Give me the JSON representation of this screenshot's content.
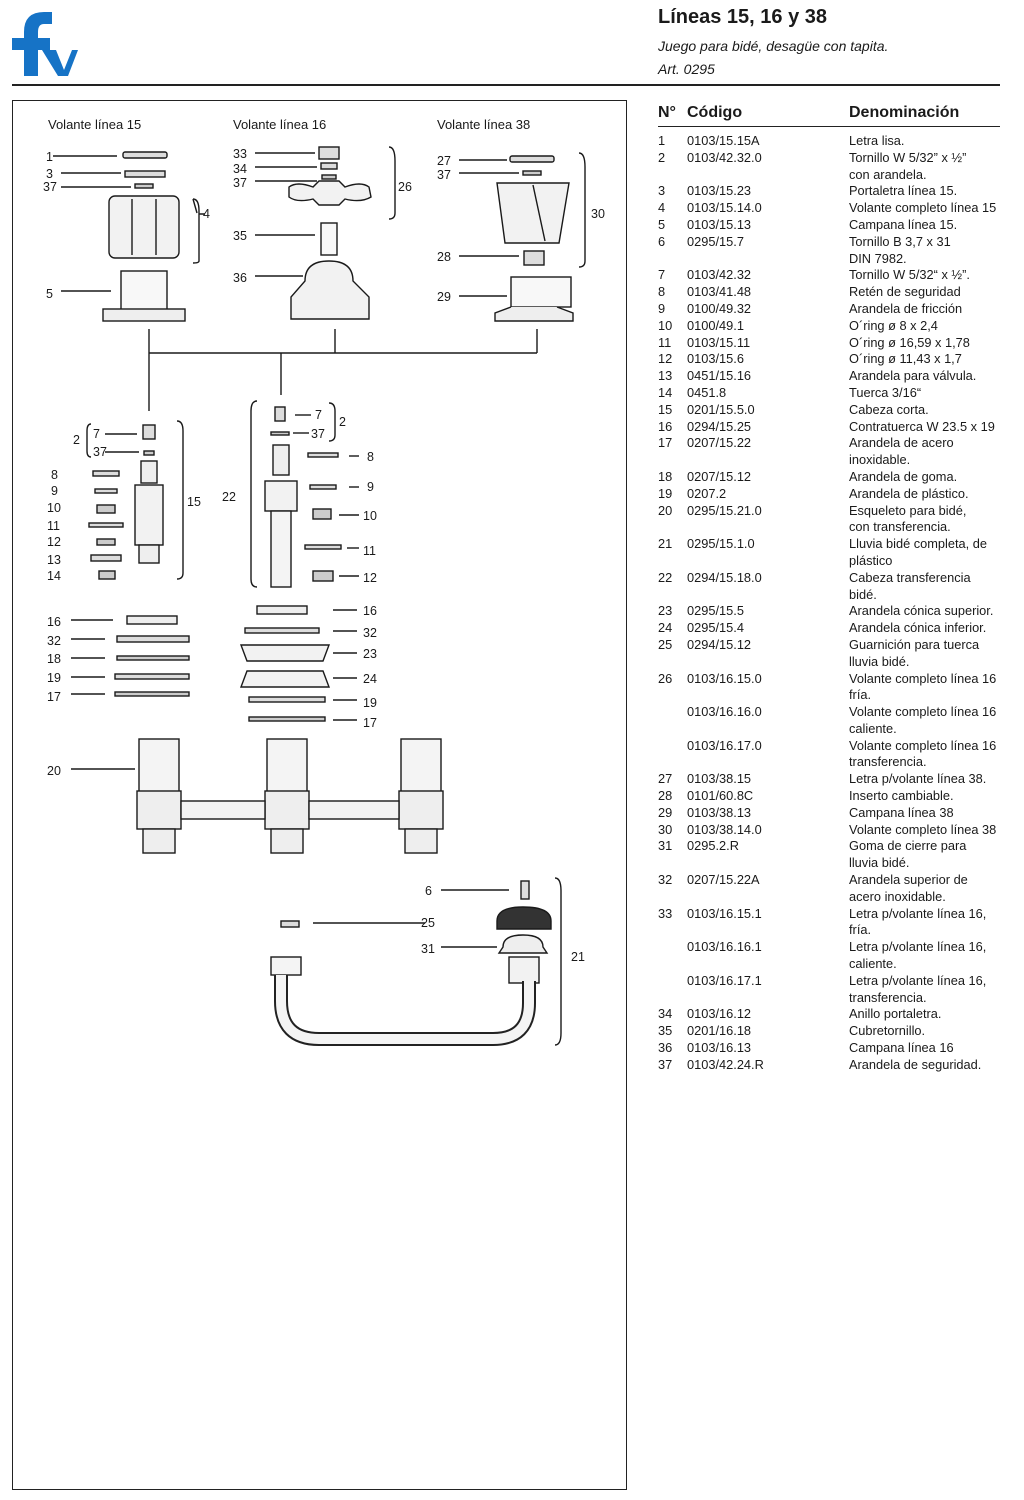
{
  "brand": {
    "logo_text": "fv"
  },
  "header": {
    "title": "Líneas 15, 16 y 38",
    "subtitle": "Juego para bidé, desagüe con tapita.",
    "article": "Art. 0295"
  },
  "diagram": {
    "group_titles": [
      "Volante línea 15",
      "Volante línea 16",
      "Volante línea 38"
    ]
  },
  "table": {
    "headers": {
      "num": "N°",
      "code": "Código",
      "name": "Denominación"
    },
    "rows": [
      {
        "n": "1",
        "c": "0103/15.15A",
        "d": "Letra lisa."
      },
      {
        "n": "2",
        "c": "0103/42.32.0",
        "d": "Tornillo W 5/32” x ½”\ncon arandela."
      },
      {
        "n": "3",
        "c": "0103/15.23",
        "d": "Portaletra línea 15."
      },
      {
        "n": "4",
        "c": "0103/15.14.0",
        "d": "Volante completo línea 15"
      },
      {
        "n": "5",
        "c": "0103/15.13",
        "d": "Campana línea 15."
      },
      {
        "n": "6",
        "c": "0295/15.7",
        "d": "Tornillo B 3,7 x 31\nDIN 7982."
      },
      {
        "n": "7",
        "c": "0103/42.32",
        "d": "Tornillo W 5/32“ x ½”."
      },
      {
        "n": "8",
        "c": "0103/41.48",
        "d": "Retén de seguridad"
      },
      {
        "n": "9",
        "c": "0100/49.32",
        "d": "Arandela de fricción"
      },
      {
        "n": "10",
        "c": "0100/49.1",
        "d": "O´ring ø 8 x 2,4"
      },
      {
        "n": "11",
        "c": "0103/15.11",
        "d": "O´ring ø 16,59 x 1,78"
      },
      {
        "n": "12",
        "c": "0103/15.6",
        "d": "O´ring ø 11,43 x 1,7"
      },
      {
        "n": "13",
        "c": "0451/15.16",
        "d": "Arandela para válvula."
      },
      {
        "n": "14",
        "c": "0451.8",
        "d": "Tuerca 3/16“"
      },
      {
        "n": "15",
        "c": "0201/15.5.0",
        "d": "Cabeza corta."
      },
      {
        "n": "16",
        "c": "0294/15.25",
        "d": "Contratuerca W 23.5 x 19"
      },
      {
        "n": "17",
        "c": "0207/15.22",
        "d": "Arandela de acero\ninoxidable."
      },
      {
        "n": "18",
        "c": "0207/15.12",
        "d": "Arandela de goma."
      },
      {
        "n": "19",
        "c": "0207.2",
        "d": "Arandela de plástico."
      },
      {
        "n": "20",
        "c": "0295/15.21.0",
        "d": "Esqueleto para bidé,\ncon transferencia."
      },
      {
        "n": "21",
        "c": "0295/15.1.0",
        "d": "Lluvia bidé completa, de\nplástico"
      },
      {
        "n": "22",
        "c": "0294/15.18.0",
        "d": "Cabeza transferencia\nbidé."
      },
      {
        "n": "23",
        "c": "0295/15.5",
        "d": "Arandela cónica superior."
      },
      {
        "n": "24",
        "c": "0295/15.4",
        "d": "Arandela cónica inferior."
      },
      {
        "n": "25",
        "c": "0294/15.12",
        "d": "Guarnición para tuerca\nlluvia bidé."
      },
      {
        "n": "26",
        "c": "0103/16.15.0",
        "d": "Volante completo línea 16\nfría."
      },
      {
        "n": "",
        "c": "0103/16.16.0",
        "d": "Volante completo línea 16\ncaliente."
      },
      {
        "n": "",
        "c": "0103/16.17.0",
        "d": "Volante completo línea 16\ntransferencia."
      },
      {
        "n": "27",
        "c": "0103/38.15",
        "d": "Letra p/volante línea 38."
      },
      {
        "n": "28",
        "c": "0101/60.8C",
        "d": "Inserto cambiable."
      },
      {
        "n": "29",
        "c": "0103/38.13",
        "d": "Campana línea 38"
      },
      {
        "n": "30",
        "c": "0103/38.14.0",
        "d": "Volante completo línea 38"
      },
      {
        "n": "31",
        "c": "0295.2.R",
        "d": "Goma de cierre para\nlluvia bidé."
      },
      {
        "n": "32",
        "c": "0207/15.22A",
        "d": "Arandela superior de\nacero inoxidable."
      },
      {
        "n": "33",
        "c": "0103/16.15.1",
        "d": "Letra p/volante línea 16,\nfría."
      },
      {
        "n": "",
        "c": "0103/16.16.1",
        "d": "Letra p/volante línea 16,\ncaliente."
      },
      {
        "n": "",
        "c": "0103/16.17.1",
        "d": "Letra p/volante línea 16,\ntransferencia."
      },
      {
        "n": "34",
        "c": "0103/16.12",
        "d": "Anillo portaletra."
      },
      {
        "n": "35",
        "c": "0201/16.18",
        "d": "Cubretornillo."
      },
      {
        "n": "36",
        "c": "0103/16.13",
        "d": "Campana línea 16"
      },
      {
        "n": "37",
        "c": "0103/42.24.R",
        "d": "Arandela de seguridad."
      }
    ]
  }
}
